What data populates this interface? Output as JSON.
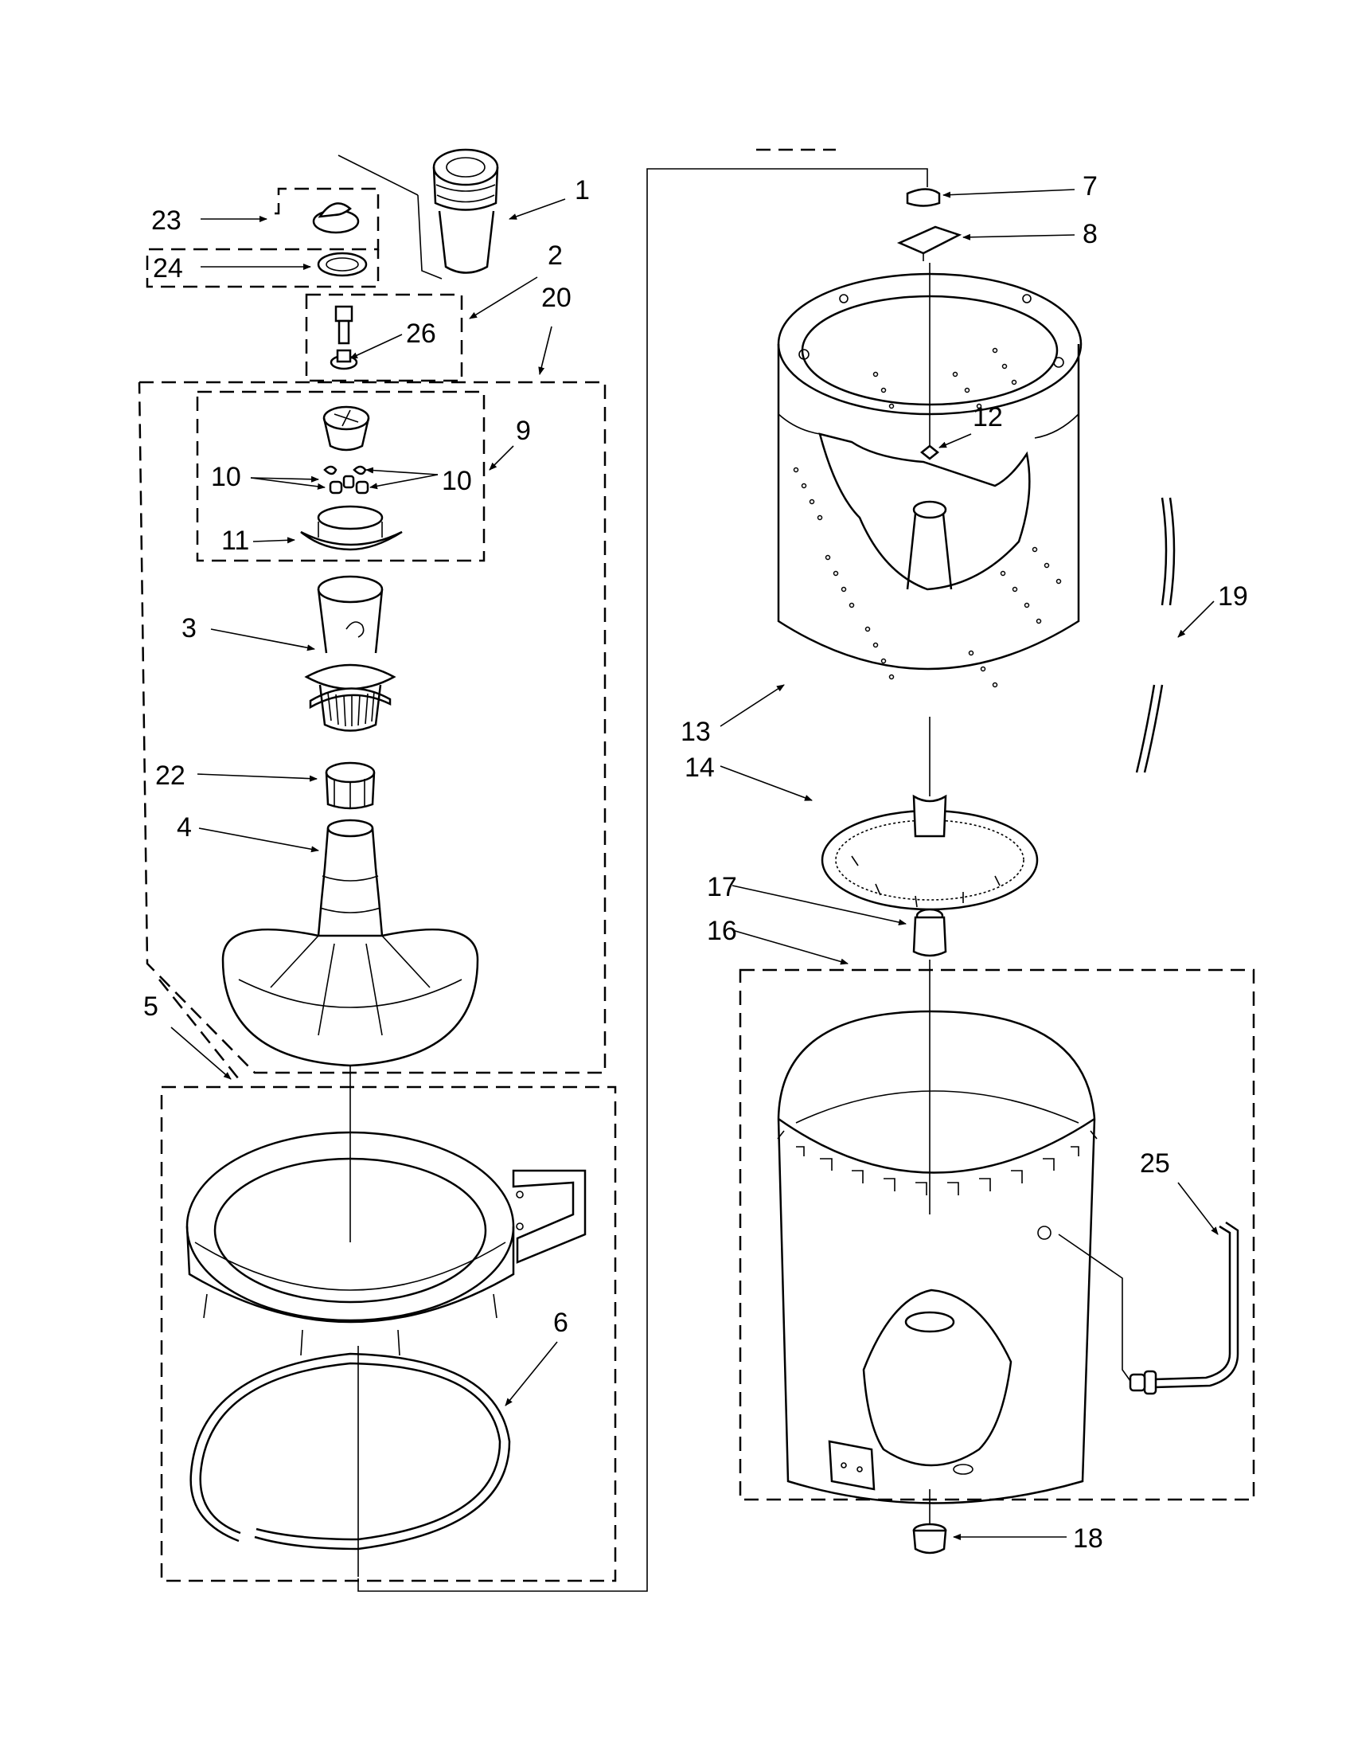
{
  "callouts": {
    "c1": "1",
    "c2": "2",
    "c3": "3",
    "c4": "4",
    "c5": "5",
    "c6": "6",
    "c7": "7",
    "c8": "8",
    "c9": "9",
    "c10a": "10",
    "c10b": "10",
    "c11": "11",
    "c12": "12",
    "c13": "13",
    "c14": "14",
    "c16": "16",
    "c17": "17",
    "c18": "18",
    "c19": "19",
    "c20": "20",
    "c22": "22",
    "c23": "23",
    "c24": "24",
    "c25": "25",
    "c26": "26"
  }
}
